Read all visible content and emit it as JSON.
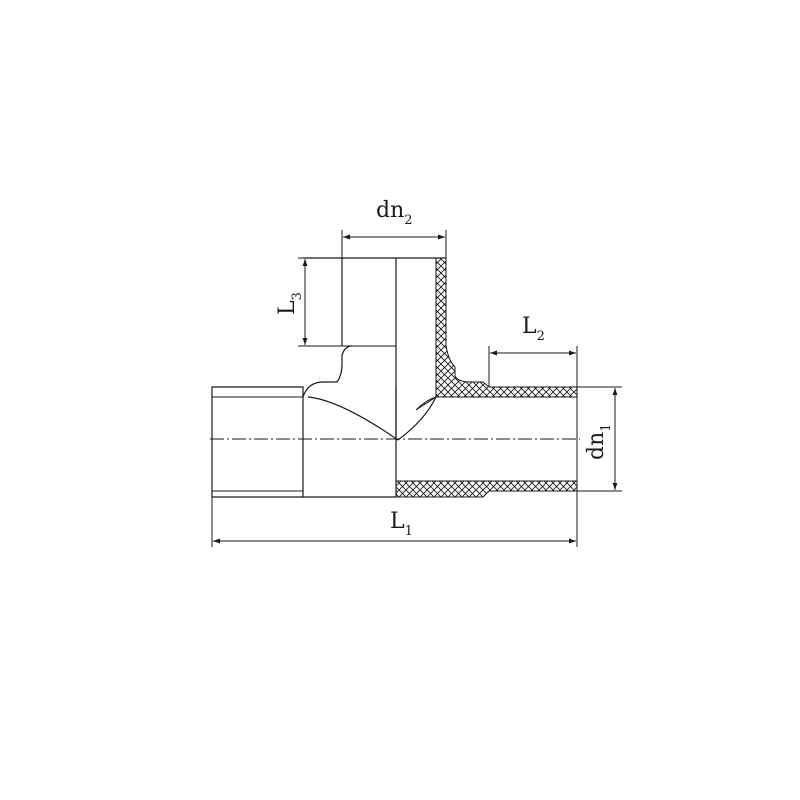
{
  "diagram": {
    "labels": {
      "dn1": {
        "main": "dn",
        "sub": "1"
      },
      "dn2": {
        "main": "dn",
        "sub": "2"
      },
      "L1": {
        "main": "L",
        "sub": "1"
      },
      "L2": {
        "main": "L",
        "sub": "2"
      },
      "L3": {
        "main": "L",
        "sub": "3"
      }
    },
    "colors": {
      "stroke": "#1a1a1a",
      "background": "#ffffff"
    }
  }
}
